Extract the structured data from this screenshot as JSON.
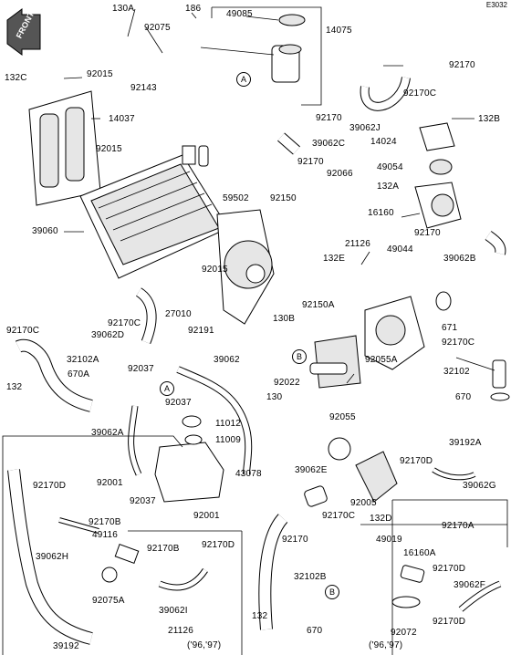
{
  "diagram_code": "E3032",
  "front_label": "FRONT",
  "parts": [
    {
      "id": "130A",
      "label": "130A"
    },
    {
      "id": "186",
      "label": "186"
    },
    {
      "id": "49085",
      "label": "49085"
    },
    {
      "id": "14075",
      "label": "14075"
    },
    {
      "id": "92075",
      "label": "92075"
    },
    {
      "id": "132C",
      "label": "132C"
    },
    {
      "id": "92015a",
      "label": "92015"
    },
    {
      "id": "92143",
      "label": "92143"
    },
    {
      "id": "92170a",
      "label": "92170"
    },
    {
      "id": "92170C_a",
      "label": "92170C"
    },
    {
      "id": "132B",
      "label": "132B"
    },
    {
      "id": "14037",
      "label": "14037"
    },
    {
      "id": "92170b",
      "label": "92170"
    },
    {
      "id": "39062J",
      "label": "39062J"
    },
    {
      "id": "14024",
      "label": "14024"
    },
    {
      "id": "92015b",
      "label": "92015"
    },
    {
      "id": "39062C",
      "label": "39062C"
    },
    {
      "id": "92170c",
      "label": "92170"
    },
    {
      "id": "92066",
      "label": "92066"
    },
    {
      "id": "49054",
      "label": "49054"
    },
    {
      "id": "132A",
      "label": "132A"
    },
    {
      "id": "59502",
      "label": "59502"
    },
    {
      "id": "92150",
      "label": "92150"
    },
    {
      "id": "16160",
      "label": "16160"
    },
    {
      "id": "39060",
      "label": "39060"
    },
    {
      "id": "92170d",
      "label": "92170"
    },
    {
      "id": "21126a",
      "label": "21126"
    },
    {
      "id": "132E",
      "label": "132E"
    },
    {
      "id": "49044",
      "label": "49044"
    },
    {
      "id": "39062B",
      "label": "39062B"
    },
    {
      "id": "92015c",
      "label": "92015"
    },
    {
      "id": "92150A",
      "label": "92150A"
    },
    {
      "id": "130B",
      "label": "130B"
    },
    {
      "id": "27010",
      "label": "27010"
    },
    {
      "id": "671",
      "label": "671"
    },
    {
      "id": "92170C_b",
      "label": "92170C"
    },
    {
      "id": "92170C_c",
      "label": "92170C"
    },
    {
      "id": "39062D",
      "label": "39062D"
    },
    {
      "id": "92191",
      "label": "92191"
    },
    {
      "id": "92170C_d",
      "label": "92170C"
    },
    {
      "id": "32102A",
      "label": "32102A"
    },
    {
      "id": "39062",
      "label": "39062"
    },
    {
      "id": "92055A",
      "label": "92055A"
    },
    {
      "id": "670A",
      "label": "670A"
    },
    {
      "id": "92037a",
      "label": "92037"
    },
    {
      "id": "92022",
      "label": "92022"
    },
    {
      "id": "32102",
      "label": "32102"
    },
    {
      "id": "132a",
      "label": "132"
    },
    {
      "id": "92037b",
      "label": "92037"
    },
    {
      "id": "130",
      "label": "130"
    },
    {
      "id": "670a",
      "label": "670"
    },
    {
      "id": "39062A",
      "label": "39062A"
    },
    {
      "id": "11012",
      "label": "11012"
    },
    {
      "id": "92055",
      "label": "92055"
    },
    {
      "id": "11009",
      "label": "11009"
    },
    {
      "id": "39192A",
      "label": "39192A"
    },
    {
      "id": "43078",
      "label": "43078"
    },
    {
      "id": "92001a",
      "label": "92001"
    },
    {
      "id": "39062E",
      "label": "39062E"
    },
    {
      "id": "92170D_a",
      "label": "92170D"
    },
    {
      "id": "92170D_b",
      "label": "92170D"
    },
    {
      "id": "92037c",
      "label": "92037"
    },
    {
      "id": "92005",
      "label": "92005"
    },
    {
      "id": "39062G",
      "label": "39062G"
    },
    {
      "id": "92001b",
      "label": "92001"
    },
    {
      "id": "92170C_e",
      "label": "92170C"
    },
    {
      "id": "132D",
      "label": "132D"
    },
    {
      "id": "92170A",
      "label": "92170A"
    },
    {
      "id": "92170B_a",
      "label": "92170B"
    },
    {
      "id": "49116",
      "label": "49116"
    },
    {
      "id": "92170e",
      "label": "92170"
    },
    {
      "id": "49019",
      "label": "49019"
    },
    {
      "id": "39062H",
      "label": "39062H"
    },
    {
      "id": "92170B_b",
      "label": "92170B"
    },
    {
      "id": "92170D_c",
      "label": "92170D"
    },
    {
      "id": "16160A",
      "label": "16160A"
    },
    {
      "id": "32102B",
      "label": "32102B"
    },
    {
      "id": "92170D_d",
      "label": "92170D"
    },
    {
      "id": "92075A",
      "label": "92075A"
    },
    {
      "id": "39062I",
      "label": "39062I"
    },
    {
      "id": "39062F",
      "label": "39062F"
    },
    {
      "id": "132b",
      "label": "132"
    },
    {
      "id": "670b",
      "label": "670"
    },
    {
      "id": "92072",
      "label": "92072"
    },
    {
      "id": "21126b",
      "label": "21126"
    },
    {
      "id": "92170D_e",
      "label": "92170D"
    },
    {
      "id": "39192",
      "label": "39192"
    }
  ],
  "refs": {
    "a1": "A",
    "a2": "A",
    "b1": "B",
    "b2": "B"
  },
  "year_notes": {
    "left": "('96,'97)",
    "right": "('96,'97)"
  }
}
